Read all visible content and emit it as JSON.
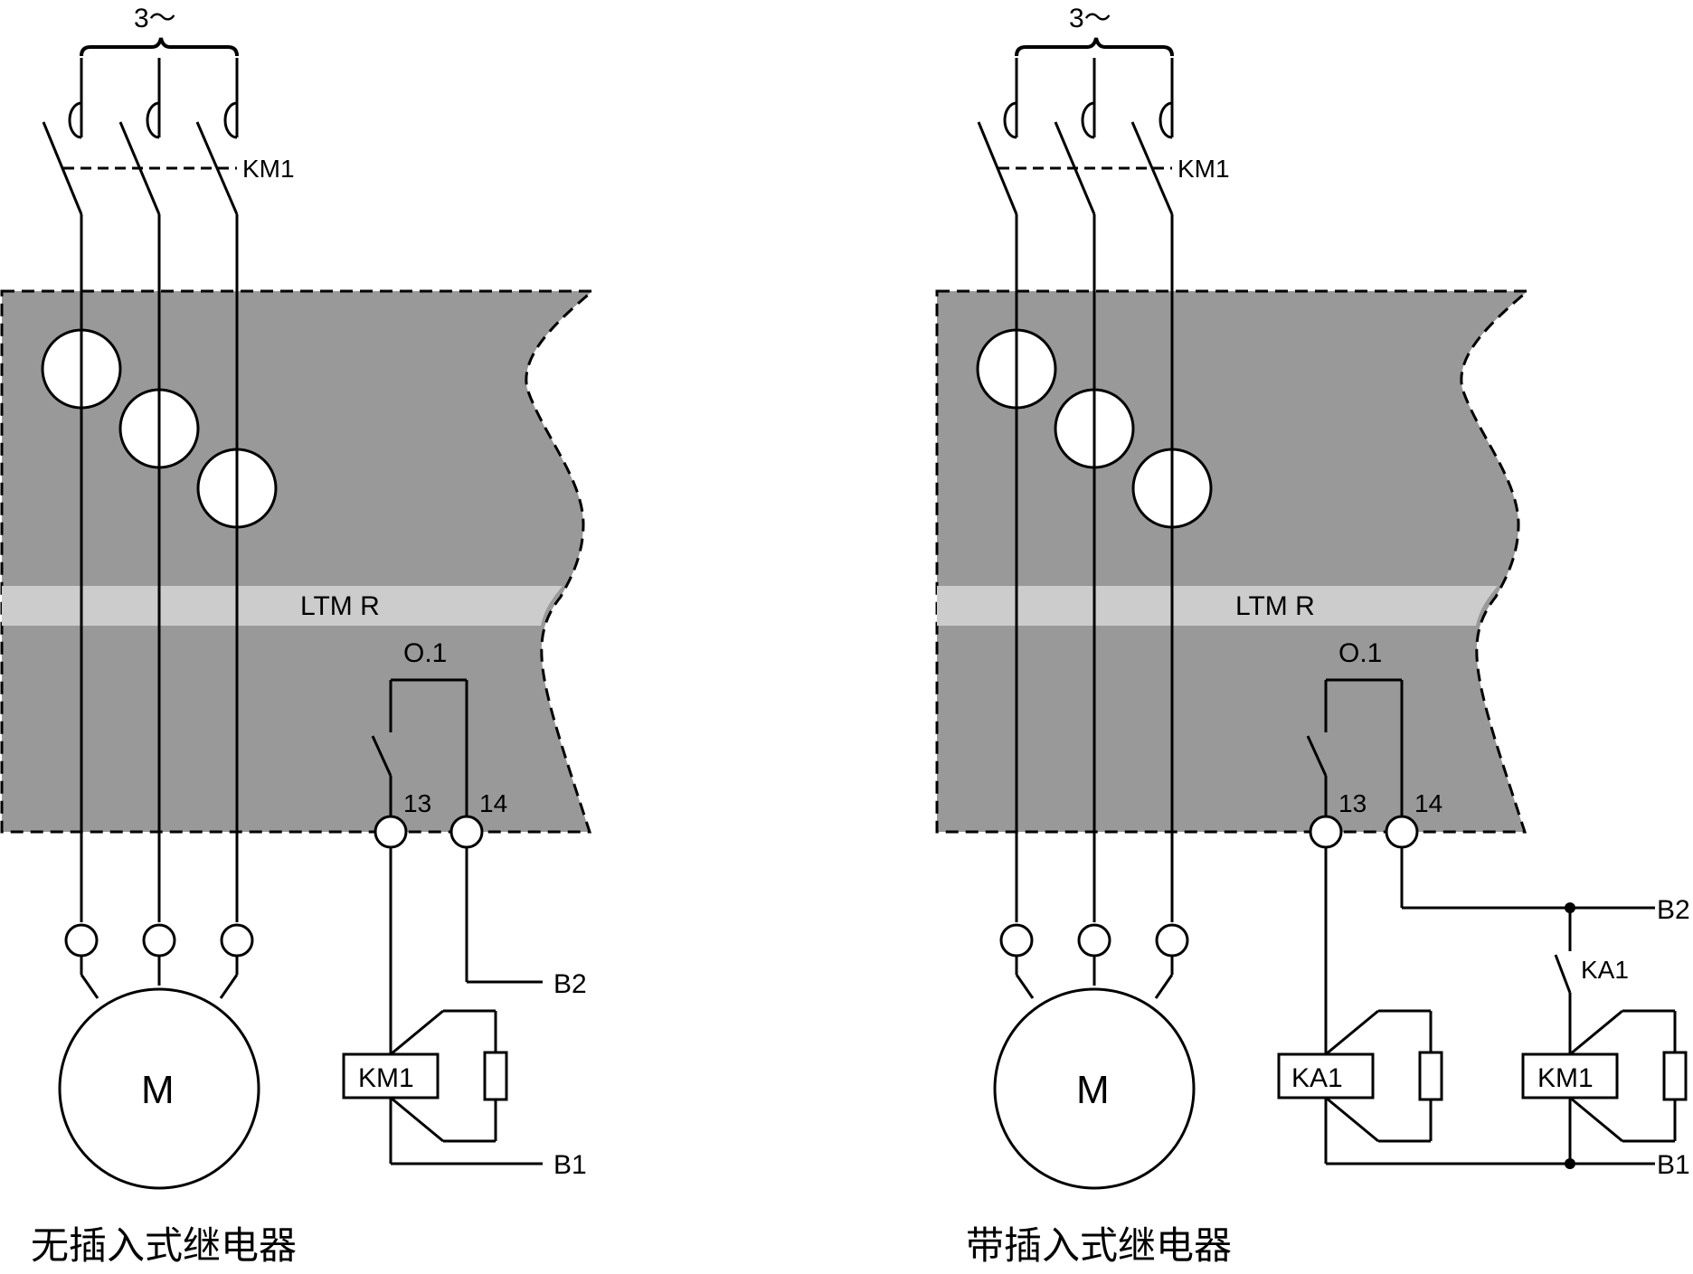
{
  "colors": {
    "device_fill": "#999999",
    "band_fill": "#cccccc",
    "line": "#000000",
    "background": "#ffffff"
  },
  "left": {
    "supply": "3～",
    "contactor": "KM1",
    "device": "LTM R",
    "output": "O.1",
    "terminal_13": "13",
    "terminal_14": "14",
    "motor": "M",
    "coil": "KM1",
    "b2": "B2",
    "b1": "B1",
    "caption": "无插入式继电器"
  },
  "right": {
    "supply": "3～",
    "contactor": "KM1",
    "device": "LTM R",
    "output": "O.1",
    "terminal_13": "13",
    "terminal_14": "14",
    "motor": "M",
    "relay_coil": "KA1",
    "relay_contact": "KA1",
    "coil": "KM1",
    "b2": "B2",
    "b1": "B1",
    "caption": "带插入式继电器"
  }
}
